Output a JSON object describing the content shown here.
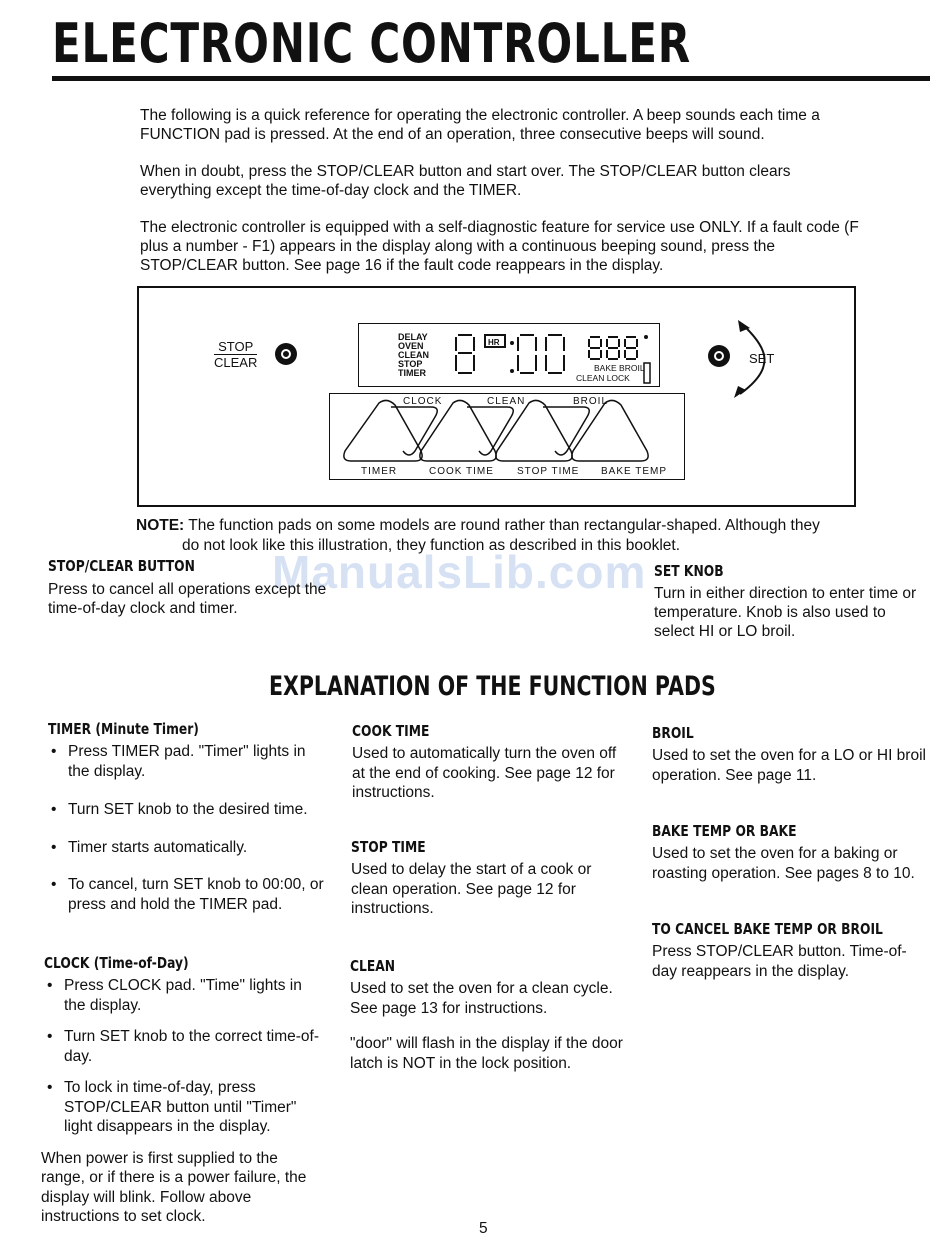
{
  "title": "ELECTRONIC CONTROLLER",
  "intro": [
    "The following is a quick reference for operating the electronic controller. A beep sounds each time a FUNCTION pad is pressed. At the end of an operation, three consecutive beeps will sound.",
    "When in doubt, press the STOP/CLEAR button and start over. The STOP/CLEAR button clears everything except the time-of-day clock and the TIMER.",
    "The electronic controller is equipped with a self-diagnostic feature for service use ONLY. If a fault code (F plus a number - F1) appears in the display along with a continuous beeping sound, press the STOP/CLEAR button. See page 16 if the fault code reappears in the display."
  ],
  "panel": {
    "stop_label": "STOP",
    "clear_label": "CLEAR",
    "set_label": "SET",
    "display_words": [
      "DELAY",
      "OVEN",
      "CLEAN",
      "STOP",
      "TIMER"
    ],
    "hr_label": "HR",
    "bake_broil": "BAKE BROIL",
    "clean_lock": "CLEAN LOCK",
    "top_pads": [
      "CLOCK",
      "CLEAN",
      "BROIL"
    ],
    "bottom_pads": [
      "TIMER",
      "COOK TIME",
      "STOP TIME",
      "BAKE TEMP"
    ]
  },
  "note": {
    "label": "NOTE:",
    "line1": "The function pads on some models are round rather than rectangular-shaped. Although they",
    "line2": "do not look like this illustration, they function as described in this booklet."
  },
  "stop_clear": {
    "heading": "STOP/CLEAR BUTTON",
    "text": "Press to cancel all operations except the time-of-day clock and timer."
  },
  "set_knob": {
    "heading": "SET KNOB",
    "text": "Turn in either direction to enter time or temperature. Knob is also used to select HI or LO broil."
  },
  "section_heading": "EXPLANATION OF THE FUNCTION PADS",
  "timer": {
    "heading": "TIMER (Minute Timer)",
    "bullets": [
      "Press TIMER pad. \"Timer\" lights in the display.",
      "Turn SET knob to the desired time.",
      "Timer starts automatically.",
      "To cancel, turn SET knob to 00:00, or press and hold the TIMER pad."
    ]
  },
  "clock": {
    "heading": "CLOCK (Time-of-Day)",
    "bullets": [
      "Press CLOCK pad. \"Time\" lights in the display.",
      "Turn SET knob to the correct time-of-day.",
      "To lock in time-of-day, press STOP/CLEAR button until \"Timer\" light disappears in the display."
    ],
    "footer": "When power is first supplied to the range, or if there is a power failure, the display will blink. Follow above instructions to set clock."
  },
  "cook_time": {
    "heading": "COOK TIME",
    "text": "Used to automatically turn the oven off at the end of cooking. See page 12 for instructions."
  },
  "stop_time": {
    "heading": "STOP TIME",
    "text": "Used to delay the start of a cook or clean operation. See page 12 for instructions."
  },
  "clean": {
    "heading": "CLEAN",
    "text": "Used to set the oven for a clean cycle. See page 13 for instructions.",
    "text2": "\"door\" will flash in the display if the door latch is NOT in the lock position."
  },
  "broil": {
    "heading": "BROIL",
    "text": "Used to set the oven for a LO or HI broil operation. See page 11."
  },
  "bake_temp": {
    "heading": "BAKE TEMP OR BAKE",
    "text": "Used to set the oven for a baking or roasting operation. See pages 8 to 10."
  },
  "cancel": {
    "heading": "TO CANCEL BAKE TEMP OR BROIL",
    "text": "Press STOP/CLEAR button. Time-of-day reappears in the display."
  },
  "watermark": "ManualsLib.com",
  "page_number": "5"
}
